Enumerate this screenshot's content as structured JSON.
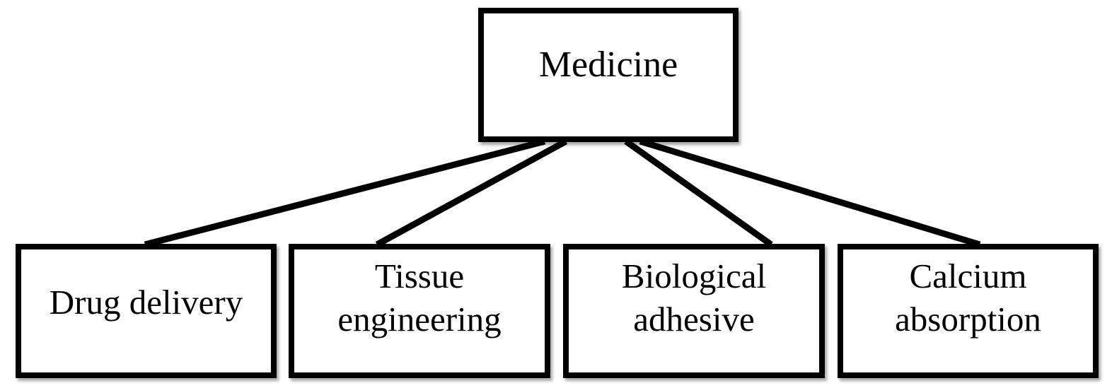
{
  "diagram": {
    "root": {
      "label": "Medicine"
    },
    "children": [
      {
        "label": "Drug delivery"
      },
      {
        "label": "Tissue\nengineering"
      },
      {
        "label": "Biological\nadhesive"
      },
      {
        "label": "Calcium\nabsorption"
      }
    ],
    "colors": {
      "stroke": "#000000",
      "fill": "#ffffff"
    }
  }
}
